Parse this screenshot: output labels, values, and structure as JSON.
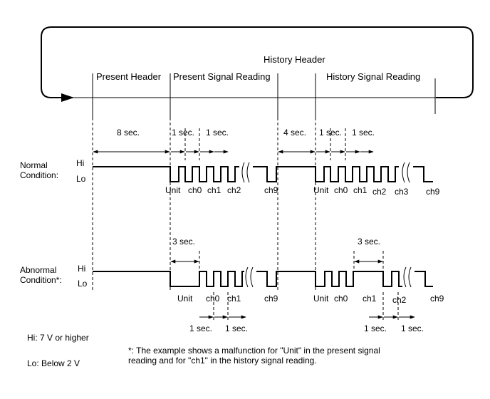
{
  "header": {
    "history_header": "History Header",
    "present_header": "Present Header",
    "present_signal_reading": "Present Signal Reading",
    "history_signal_reading": "History Signal Reading"
  },
  "timing_top": {
    "t1": "8 sec.",
    "t2": "1 sec.",
    "t3": "1 sec.",
    "t4": "4 sec.",
    "t5": "1 sec.",
    "t6": "1 sec."
  },
  "normal": {
    "title_line1": "Normal",
    "title_line2": "Condition:",
    "hi": "Hi",
    "lo": "Lo",
    "labels": [
      "Unit",
      "ch0",
      "ch1",
      "ch2",
      "ch9",
      "Unit",
      "ch0",
      "ch1",
      "ch2",
      "ch3",
      "ch9"
    ]
  },
  "abnormal": {
    "title_line1": "Abnormal",
    "title_line2": "Condition*:",
    "hi": "Hi",
    "lo": "Lo",
    "gap_left": "3 sec.",
    "gap_right": "3 sec.",
    "labels": [
      "Unit",
      "ch0",
      "ch1",
      "ch9",
      "Unit",
      "ch0",
      "ch1",
      "ch2",
      "ch9"
    ],
    "bottom_timing": [
      "1 sec.",
      "1 sec.",
      "1 sec.",
      "1 sec."
    ]
  },
  "legend": {
    "hi": "Hi: 7 V or higher",
    "lo": "Lo: Below 2 V"
  },
  "footnote": {
    "line1": "*: The example shows a malfunction for \"Unit\" in the present signal",
    "line2": "reading and for \"ch1\" in the history signal reading."
  }
}
